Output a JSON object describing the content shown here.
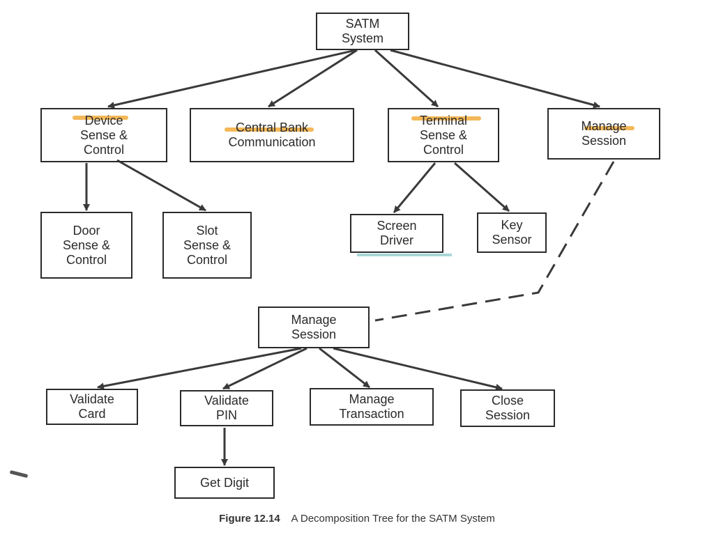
{
  "nodes": {
    "satm_system": "SATM\nSystem",
    "device_sense_control": "Device\nSense &\nControl",
    "central_bank_communication": "Central Bank\nCommunication",
    "terminal_sense_control": "Terminal\nSense &\nControl",
    "manage_session_top": "Manage\nSession",
    "door_sense_control": "Door\nSense &\nControl",
    "slot_sense_control": "Slot\nSense &\nControl",
    "screen_driver": "Screen\nDriver",
    "key_sensor": "Key\nSensor",
    "manage_session": "Manage\nSession",
    "validate_card": "Validate\nCard",
    "validate_pin": "Validate\nPIN",
    "manage_transaction": "Manage\nTransaction",
    "close_session": "Close\nSession",
    "get_digit": "Get Digit"
  },
  "caption": {
    "figure_number": "Figure 12.14",
    "text": "A Decomposition Tree for the SATM System"
  },
  "colors": {
    "highlighter": "#f0a020",
    "box_border": "#2a2a2a",
    "arrow": "#3a3a3a"
  }
}
